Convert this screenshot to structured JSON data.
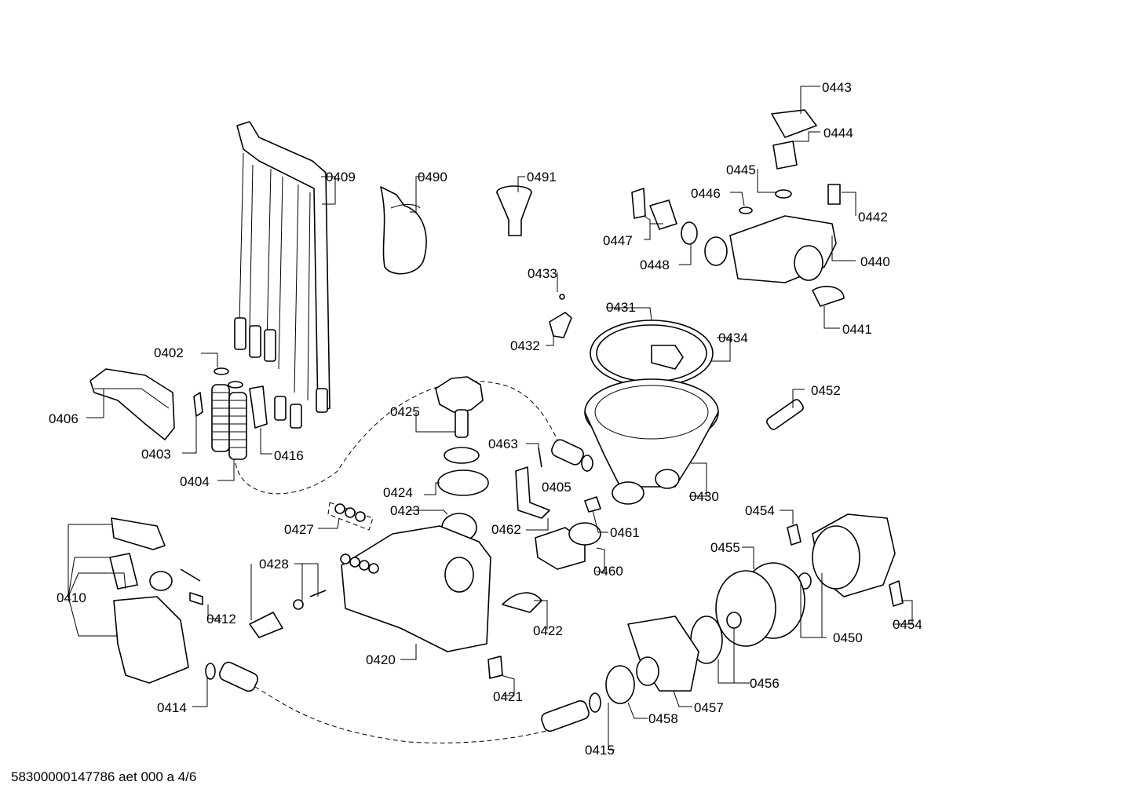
{
  "labels": {
    "p0402": "0402",
    "p0403": "0403",
    "p0404": "0404",
    "p0405": "0405",
    "p0406": "0406",
    "p0409": "0409",
    "p0410": "0410",
    "p0412": "0412",
    "p0414": "0414",
    "p0415": "0415",
    "p0416": "0416",
    "p0420": "0420",
    "p0421": "0421",
    "p0422": "0422",
    "p0423": "0423",
    "p0424": "0424",
    "p0425": "0425",
    "p0427": "0427",
    "p0428": "0428",
    "p0430": "0430",
    "p0431": "0431",
    "p0432": "0432",
    "p0433": "0433",
    "p0434": "0434",
    "p0440": "0440",
    "p0441": "0441",
    "p0442": "0442",
    "p0443": "0443",
    "p0444": "0444",
    "p0445": "0445",
    "p0446": "0446",
    "p0447": "0447",
    "p0448": "0448",
    "p0450": "0450",
    "p0452": "0452",
    "p0454a": "0454",
    "p0454b": "0454",
    "p0455": "0455",
    "p0456": "0456",
    "p0457": "0457",
    "p0458": "0458",
    "p0460": "0460",
    "p0461": "0461",
    "p0462": "0462",
    "p0463": "0463",
    "p0490": "0490",
    "p0491": "0491"
  },
  "footer": "58300000147786 aet 000 a 4/6"
}
